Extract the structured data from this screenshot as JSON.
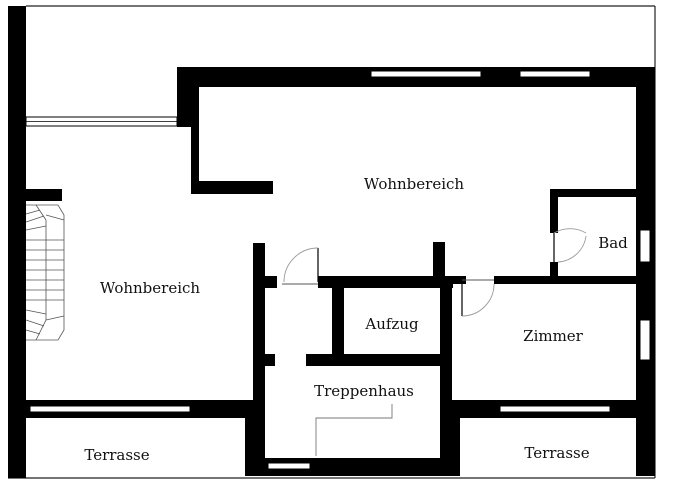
{
  "plan": {
    "wall_color": "#000000",
    "background": "#ffffff",
    "rooms": [
      {
        "id": "wohnbereich-oben",
        "label": "Wohnbereich"
      },
      {
        "id": "wohnbereich-links",
        "label": "Wohnbereich"
      },
      {
        "id": "bad",
        "label": "Bad"
      },
      {
        "id": "aufzug",
        "label": "Aufzug"
      },
      {
        "id": "zimmer",
        "label": "Zimmer"
      },
      {
        "id": "treppenhaus",
        "label": "Treppenhaus"
      },
      {
        "id": "terrasse-links",
        "label": "Terrasse"
      },
      {
        "id": "terrasse-rechts",
        "label": "Terrasse"
      }
    ]
  }
}
